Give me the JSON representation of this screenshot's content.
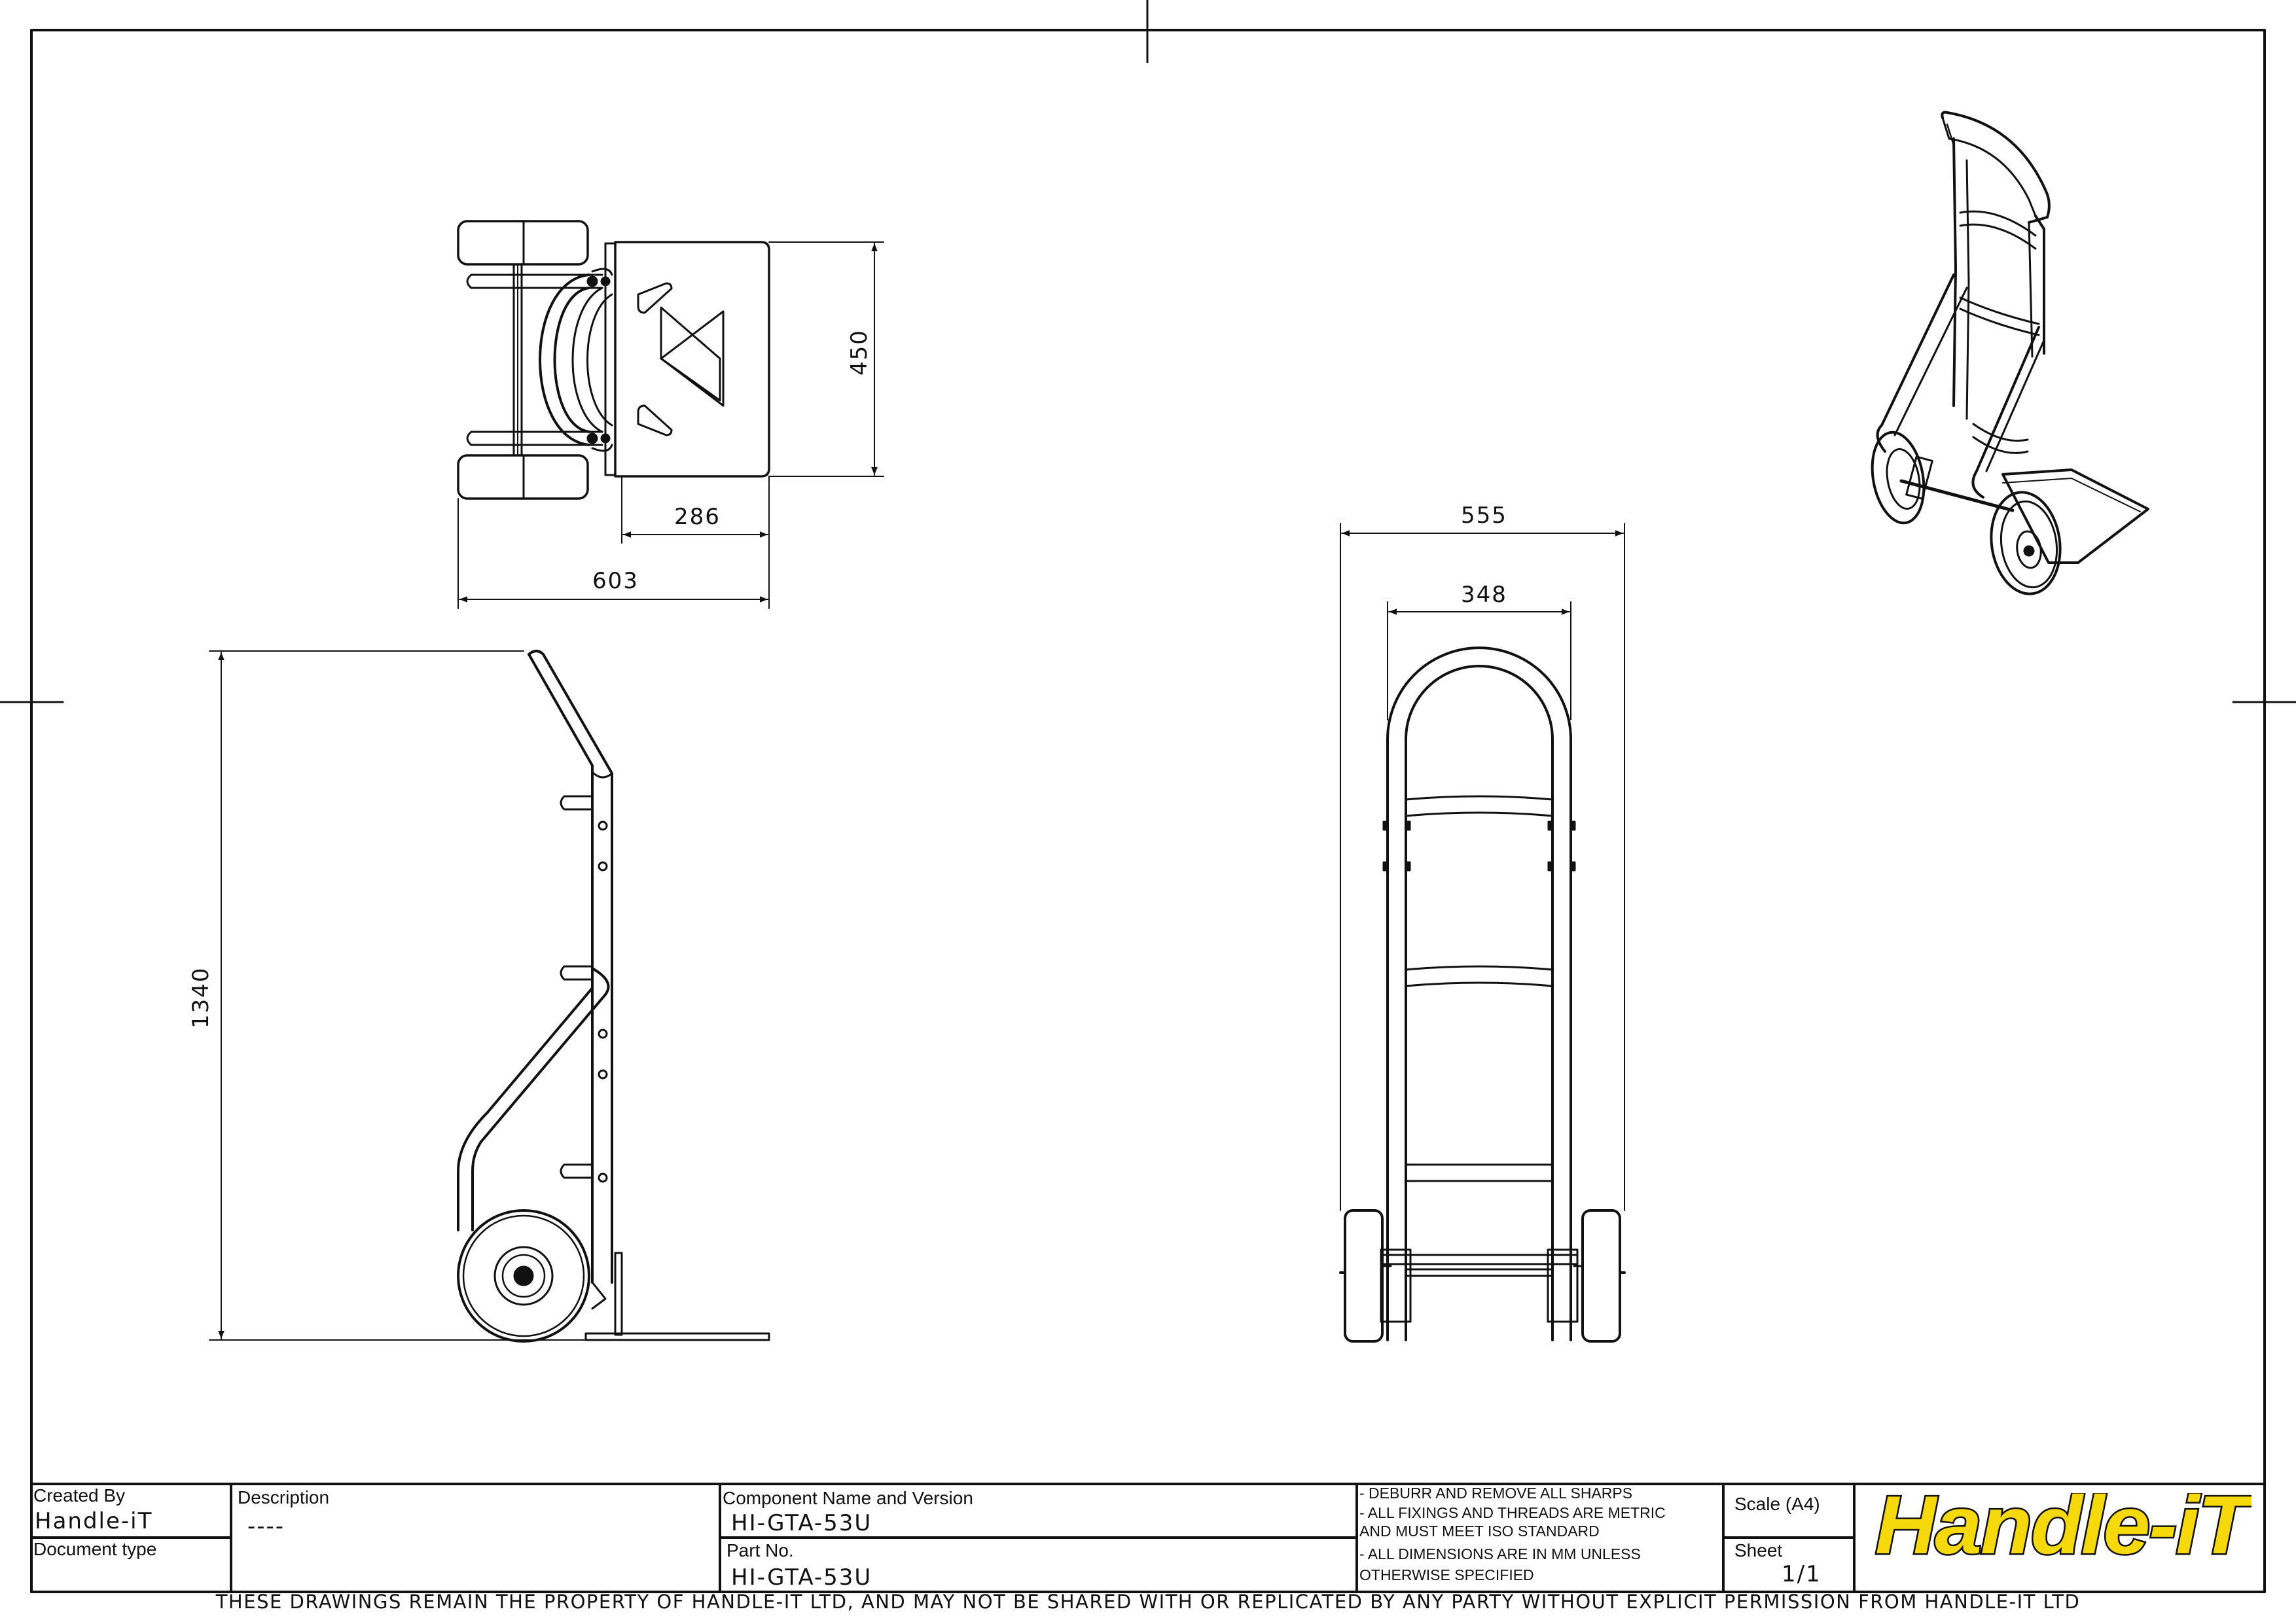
{
  "dimensions": {
    "top_view_depth": "450",
    "top_view_plate": "286",
    "top_view_overall": "603",
    "front_view_overall_width": "555",
    "front_view_inner_width": "348",
    "side_view_height": "1340"
  },
  "title_block": {
    "created_by_label": "Created By",
    "created_by_value": "Handle-iT",
    "document_type_label": "Document type",
    "description_label": "Description",
    "description_value": "----",
    "component_label": "Component Name and Version",
    "component_value": "HI-GTA-53U",
    "part_no_label": "Part No.",
    "part_no_value": "HI-GTA-53U",
    "notes": [
      " - DEBURR AND REMOVE ALL SHARPS",
      " - ALL FIXINGS AND THREADS ARE METRIC",
      "AND MUST MEET ISO STANDARD",
      " - ALL DIMENSIONS ARE IN MM UNLESS",
      "OTHERWISE SPECIFIED"
    ],
    "scale_label": "Scale (A4)",
    "sheet_label": "Sheet",
    "sheet_value": "1/1",
    "logo_text": "Handle-iT"
  },
  "footer": "THESE DRAWINGS REMAIN THE PROPERTY OF HANDLE-IT LTD, AND MAY NOT BE SHARED WITH OR REPLICATED BY ANY PARTY WITHOUT EXPLICIT PERMISSION FROM HANDLE-IT LTD",
  "colors": {
    "line": "#111111",
    "logo_fill": "#f5d90a"
  }
}
